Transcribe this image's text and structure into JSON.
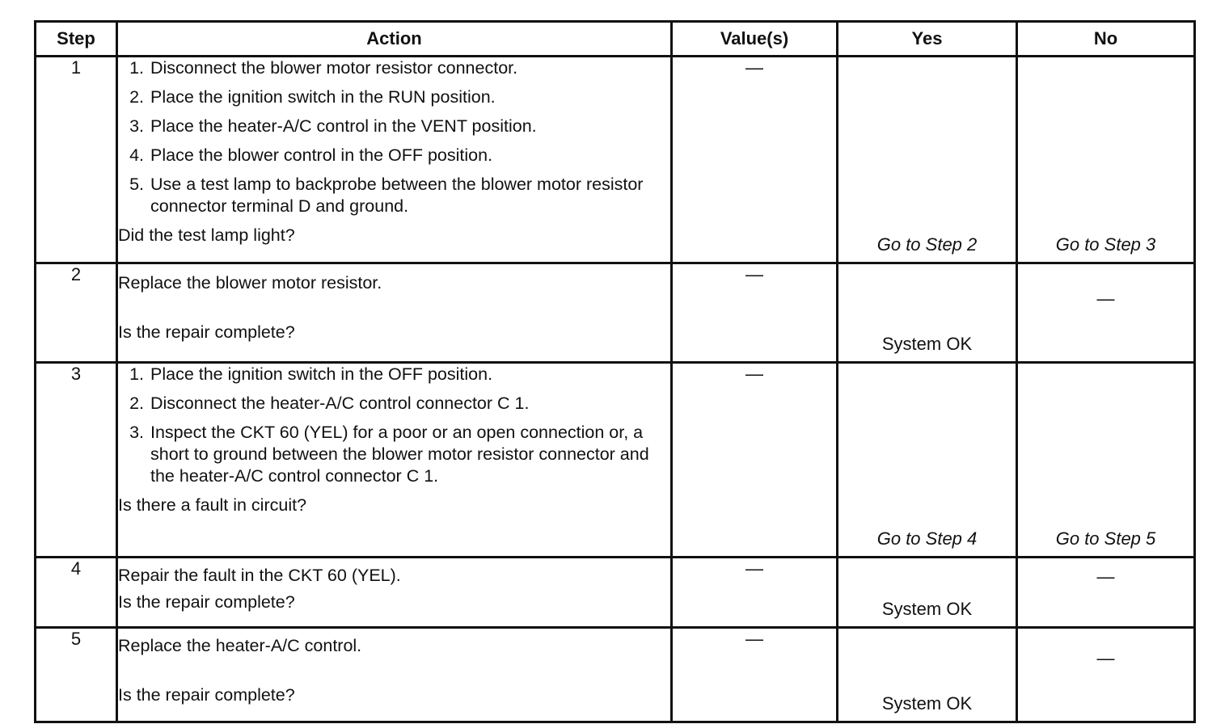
{
  "headers": {
    "step": "Step",
    "action": "Action",
    "values": "Value(s)",
    "yes": "Yes",
    "no": "No"
  },
  "rows": [
    {
      "step": "1",
      "substeps": [
        "Disconnect the blower motor resistor connector.",
        "Place the ignition switch in the RUN position.",
        "Place the heater-A/C control in the VENT position.",
        "Place the blower control in the OFF position.",
        "Use a test lamp to backprobe between the blower motor resistor connector terminal D and ground."
      ],
      "question": "Did the test lamp light?",
      "value": "—",
      "yes": "Go to Step 2",
      "no": "Go to Step 3"
    },
    {
      "step": "2",
      "text": "Replace the blower motor resistor.",
      "question": "Is the repair complete?",
      "value": "—",
      "yes": "System OK",
      "no": "—"
    },
    {
      "step": "3",
      "substeps": [
        "Place the ignition switch in the OFF position.",
        "Disconnect the heater-A/C control connector C 1.",
        "Inspect the CKT 60 (YEL) for a poor or an open connection or, a short to ground between the blower motor resistor connector and the heater-A/C control connector C 1."
      ],
      "question": "Is there a fault in circuit?",
      "value": "—",
      "yes": "Go to Step 4",
      "no": "Go to Step 5"
    },
    {
      "step": "4",
      "text": "Repair the fault in the CKT 60 (YEL).",
      "question": "Is the repair complete?",
      "value": "—",
      "yes": "System OK",
      "no": "—"
    },
    {
      "step": "5",
      "text": "Replace the heater-A/C control.",
      "question": "Is the repair complete?",
      "value": "—",
      "yes": "System OK",
      "no": "—"
    }
  ]
}
